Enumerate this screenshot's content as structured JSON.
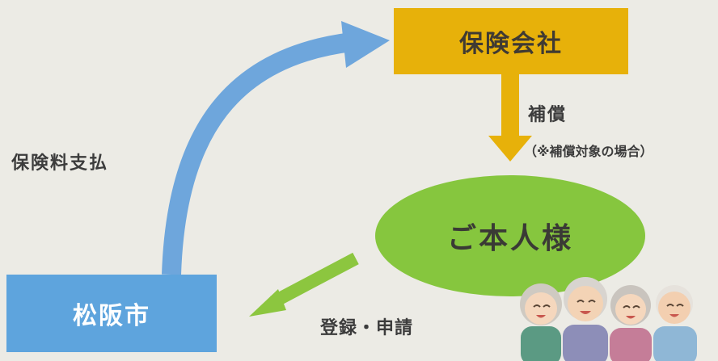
{
  "nodes": {
    "insurer": "保険会社",
    "city": "松阪市",
    "person": "ご本人様"
  },
  "edges": {
    "premium_payment": "保険料支払",
    "compensation": "補償",
    "compensation_note": "（※補償対象の場合）",
    "registration": "登録・申請"
  },
  "colors": {
    "insurer_fill": "#e7b10a",
    "city_fill": "#5ea4dd",
    "person_fill": "#86c63e",
    "blue_arrow": "#6ea6dc",
    "yellow_arrow": "#e7b10a",
    "green_arrow": "#8cc63f"
  },
  "illustration": "elderly-people-group-illustration"
}
